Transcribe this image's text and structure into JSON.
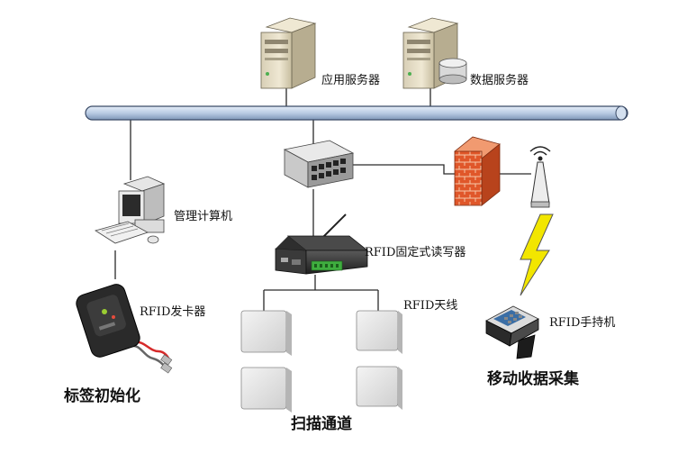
{
  "labels": {
    "app_server": "应用服务器",
    "db_server": "数据服务器",
    "mgmt_pc": "管理计算机",
    "fixed_reader": "RFID固定式读写器",
    "card_issuer": "RFID发卡器",
    "antenna": "RFID天线",
    "handheld": "RFID手持机",
    "tag_init": "标签初始化",
    "scan_channel": "扫描通道",
    "mobile_collect": "移动收据采集"
  },
  "colors": {
    "backbone": "#b9cbe3",
    "backbone_stroke": "#3a4a66",
    "link": "#2a2a2a",
    "lightning": "#f2e600",
    "firewall": "#e0572a"
  }
}
